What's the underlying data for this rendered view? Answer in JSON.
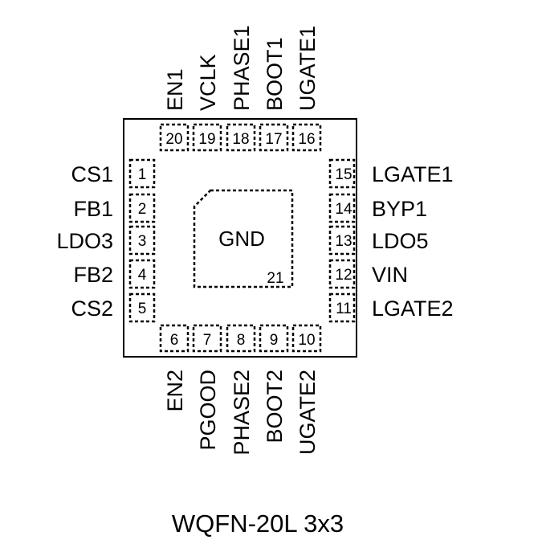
{
  "package": {
    "caption": "WQFN-20L 3x3",
    "exposed_pad": {
      "label": "GND",
      "number": "21"
    }
  },
  "pins": {
    "left": [
      {
        "number": "1",
        "name": "CS1"
      },
      {
        "number": "2",
        "name": "FB1"
      },
      {
        "number": "3",
        "name": "LDO3"
      },
      {
        "number": "4",
        "name": "FB2"
      },
      {
        "number": "5",
        "name": "CS2"
      }
    ],
    "bottom": [
      {
        "number": "6",
        "name": "EN2"
      },
      {
        "number": "7",
        "name": "PGOOD"
      },
      {
        "number": "8",
        "name": "PHASE2"
      },
      {
        "number": "9",
        "name": "BOOT2"
      },
      {
        "number": "10",
        "name": "UGATE2"
      }
    ],
    "right": [
      {
        "number": "11",
        "name": "LGATE2"
      },
      {
        "number": "12",
        "name": "VIN"
      },
      {
        "number": "13",
        "name": "LDO5"
      },
      {
        "number": "14",
        "name": "BYP1"
      },
      {
        "number": "15",
        "name": "LGATE1"
      }
    ],
    "top": [
      {
        "number": "16",
        "name": "UGATE1"
      },
      {
        "number": "17",
        "name": "BOOT1"
      },
      {
        "number": "18",
        "name": "PHASE1"
      },
      {
        "number": "19",
        "name": "VCLK"
      },
      {
        "number": "20",
        "name": "EN1"
      }
    ]
  }
}
